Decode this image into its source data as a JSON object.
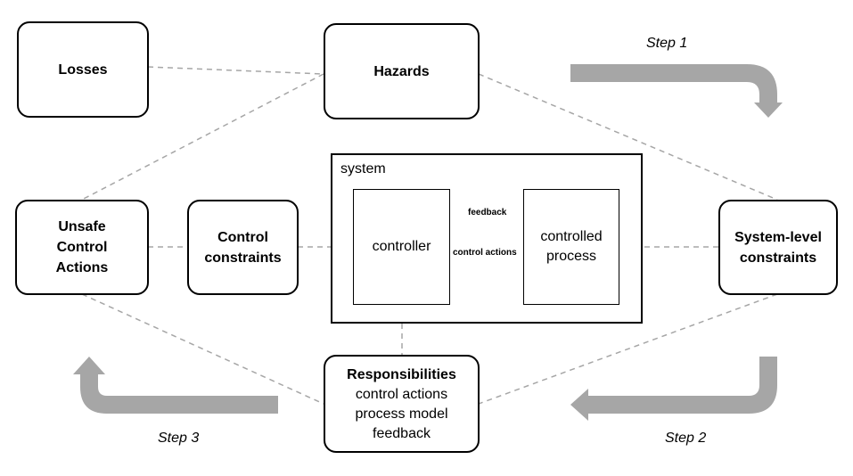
{
  "boxes": {
    "losses": "Losses",
    "hazards": "Hazards",
    "ucas": [
      "Unsafe",
      "Control",
      "Actions"
    ],
    "control_constraints": [
      "Control",
      "constraints"
    ],
    "system_constraints": [
      "System-level",
      "constraints"
    ],
    "responsibilities": {
      "title": "Responsibilities",
      "lines": [
        "control actions",
        "process model",
        "feedback"
      ]
    }
  },
  "system": {
    "label": "system",
    "controller": "controller",
    "process": [
      "controlled",
      "process"
    ],
    "feedback": "feedback",
    "control_actions": "control actions"
  },
  "steps": {
    "step1": "Step 1",
    "step2": "Step 2",
    "step3": "Step 3"
  },
  "colors": {
    "arrow": "#a6a6a6",
    "dashed": "#a6a6a6",
    "border": "#000000"
  }
}
